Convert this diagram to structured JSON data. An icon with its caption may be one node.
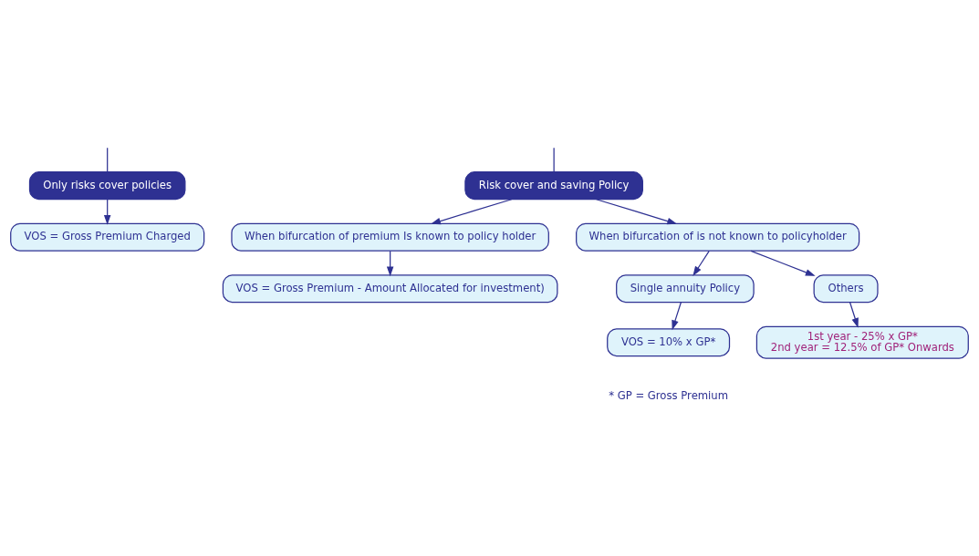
{
  "diagram": {
    "nodes": [
      {
        "text": [
          "Only risks cover policies"
        ]
      },
      {
        "text": [
          "Risk cover and saving Policy"
        ]
      },
      {
        "text": [
          "VOS = Gross Premium Charged"
        ]
      },
      {
        "text": [
          "When bifurcation of premium Is known to policy holder"
        ]
      },
      {
        "text": [
          "When bifurcation of is not known to policyholder"
        ]
      },
      {
        "text": [
          "VOS = Gross Premium - Amount Allocated for investment)"
        ]
      },
      {
        "text": [
          "Single annuity Policy"
        ]
      },
      {
        "text": [
          "Others"
        ]
      },
      {
        "text": [
          "VOS = 10% x GP*"
        ]
      },
      {
        "text": [
          "1st year - 25% x GP*",
          "2nd year = 12.5% of GP* Onwards"
        ]
      }
    ],
    "edges": [
      {
        "from": null,
        "to": 0,
        "arrow": "none"
      },
      {
        "from": null,
        "to": 1,
        "arrow": "none"
      },
      {
        "from": 0,
        "to": 2,
        "arrow": "to"
      },
      {
        "from": 1,
        "to": 3,
        "arrow": "to"
      },
      {
        "from": 1,
        "to": 4,
        "arrow": "to"
      },
      {
        "from": 3,
        "to": 5,
        "arrow": "to"
      },
      {
        "from": 4,
        "to": 6,
        "arrow": "to"
      },
      {
        "from": 4,
        "to": 7,
        "arrow": "to"
      },
      {
        "from": 6,
        "to": 8,
        "arrow": "to"
      },
      {
        "from": 7,
        "to": 9,
        "arrow": "to"
      }
    ],
    "labels": [
      "* GP = Gross Premium"
    ]
  }
}
